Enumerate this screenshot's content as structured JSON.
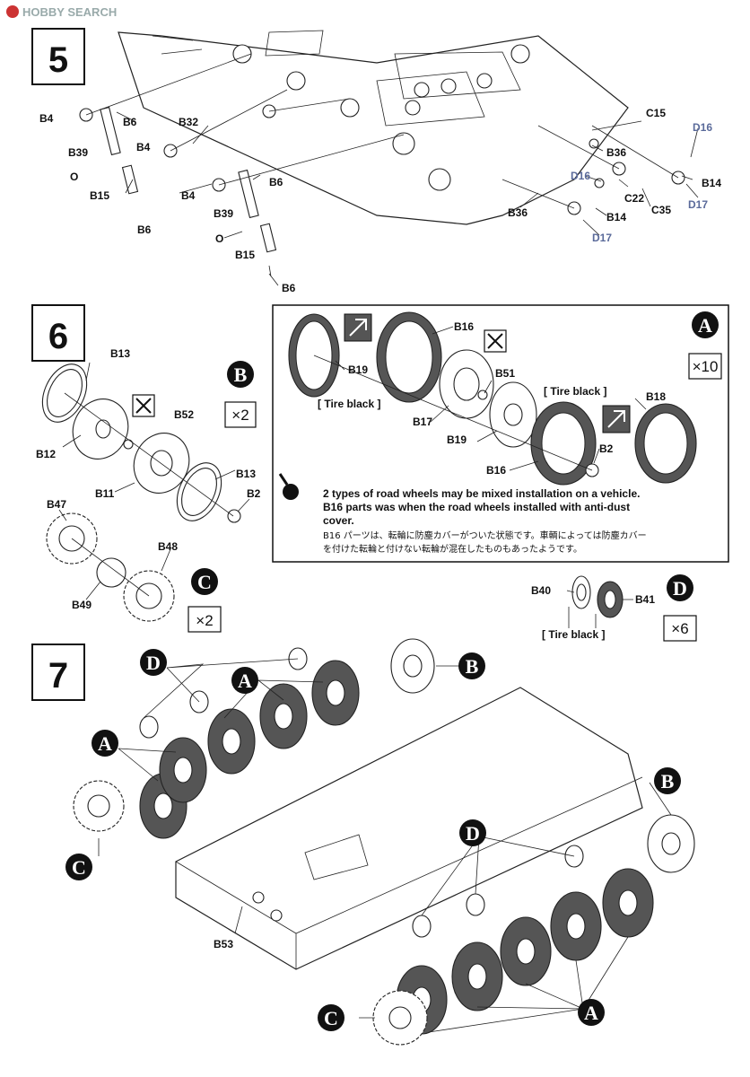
{
  "watermark": {
    "brand": "HOBBY SEARCH"
  },
  "steps": [
    {
      "number": "5"
    },
    {
      "number": "6"
    },
    {
      "number": "7"
    }
  ],
  "step5": {
    "labels": [
      "B4",
      "B6",
      "B32",
      "B39",
      "B4",
      "O",
      "B15",
      "B6",
      "B4",
      "B6",
      "B39",
      "O",
      "B15",
      "B6",
      "C15",
      "D16",
      "B36",
      "D16",
      "B14",
      "C22",
      "C35",
      "D17",
      "B36",
      "B14",
      "D17"
    ]
  },
  "step6": {
    "left_labels": [
      "B13",
      "B52",
      "B12",
      "B11",
      "B13",
      "B2",
      "B47",
      "B48",
      "B49"
    ],
    "badge_b": "B",
    "mult_b": "×2",
    "badge_c": "C",
    "mult_c": "×2",
    "panel": {
      "badge": "A",
      "mult": "×10",
      "labels": [
        "B16",
        "B19",
        "B51",
        "B17",
        "B18",
        "B19",
        "B2",
        "B16"
      ],
      "tire_black_1": "[ Tire black ]",
      "tire_black_2": "[ Tire black ]",
      "note_en_1": "2 types of road wheels may be mixed installation on a vehicle.",
      "note_en_2": "B16 parts was when the road wheels installed with anti-dust",
      "note_en_3": "cover.",
      "note_jp_1": "B16 パーツは、転輪に防塵カバーがついた状態です。車輌によっては防塵カバー",
      "note_jp_2": "を付けた転輪と付けない転輪が混在したものもあったようです。"
    },
    "d_labels": [
      "B40",
      "B41"
    ],
    "badge_d": "D",
    "mult_d": "×6",
    "tire_black_d": "[ Tire black ]"
  },
  "step7": {
    "badges": [
      "D",
      "A",
      "B",
      "A",
      "B",
      "C",
      "D",
      "C",
      "A"
    ],
    "label_b53": "B53"
  }
}
